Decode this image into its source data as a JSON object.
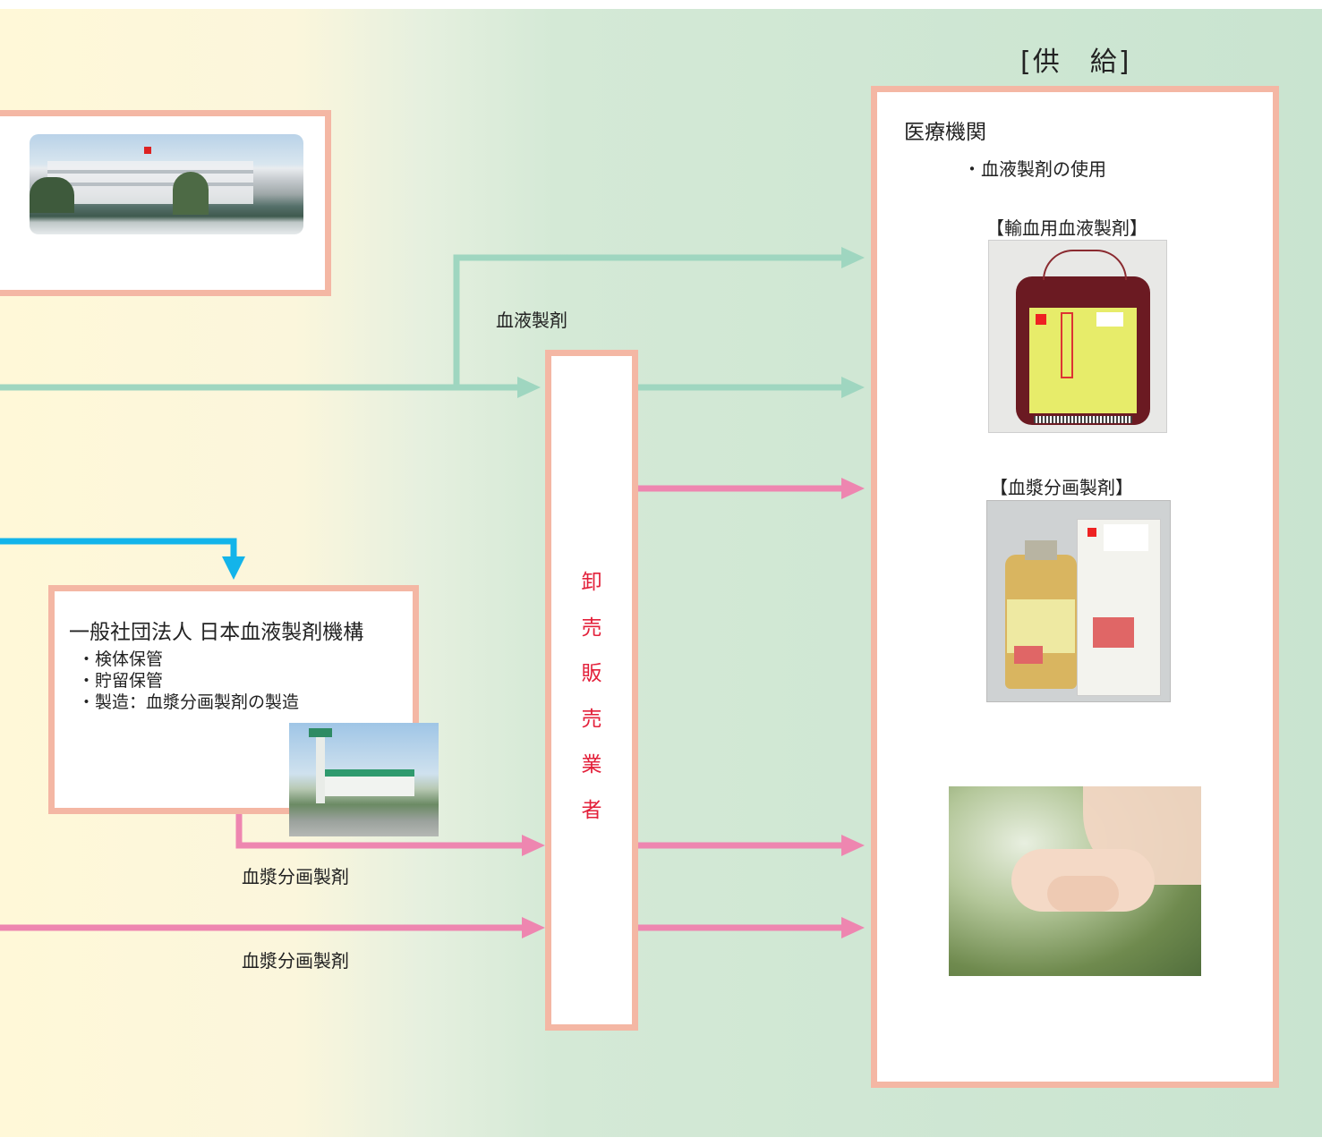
{
  "supply_label": "[供　給]",
  "medical": {
    "title": "医療機関",
    "use": "・血液製剤の使用",
    "transfusion_label": "【輸血用血液製剤】",
    "fraction_label": "【血漿分画製剤】"
  },
  "jb": {
    "title": "一般社団法人 日本血液製剤機構",
    "items": [
      "・検体保管",
      "・貯留保管",
      "・製造：血漿分画製剤の製造"
    ]
  },
  "wholesaler": {
    "chars": [
      "卸",
      "売",
      "販",
      "売",
      "業",
      "者"
    ]
  },
  "flows": {
    "blood_products_label": "血液製剤",
    "fraction_label_1": "血漿分画製剤",
    "fraction_label_2": "血漿分画製剤"
  },
  "colors": {
    "teal_arrow": "#9fd6c0",
    "pink_arrow": "#ee86b0",
    "blue_arrow": "#13b4ea",
    "box_border": "#f4b7a4",
    "title_red": "#e3203a"
  }
}
